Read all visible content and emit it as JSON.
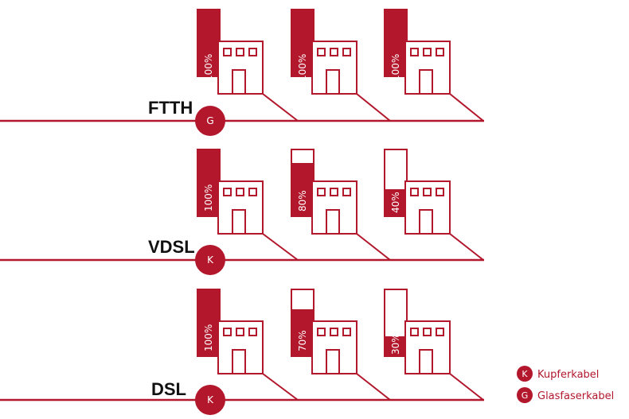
{
  "colors": {
    "accent": "#b2172c",
    "background": "#ffffff",
    "label": "#111111"
  },
  "rows": [
    {
      "label": "FTTH",
      "node": "G",
      "buildings": [
        {
          "percent_label": "100%",
          "fill": 1.0
        },
        {
          "percent_label": "100%",
          "fill": 1.0
        },
        {
          "percent_label": "100%",
          "fill": 1.0
        }
      ]
    },
    {
      "label": "VDSL",
      "node": "K",
      "buildings": [
        {
          "percent_label": "100%",
          "fill": 1.0
        },
        {
          "percent_label": "80%",
          "fill": 0.8
        },
        {
          "percent_label": "40%",
          "fill": 0.4
        }
      ]
    },
    {
      "label": "DSL",
      "node": "K",
      "buildings": [
        {
          "percent_label": "100%",
          "fill": 1.0
        },
        {
          "percent_label": "70%",
          "fill": 0.7
        },
        {
          "percent_label": "30%",
          "fill": 0.3
        }
      ]
    }
  ],
  "legend": [
    {
      "letter": "K",
      "text": "Kupferkabel"
    },
    {
      "letter": "G",
      "text": "Glasfaserkabel"
    }
  ]
}
